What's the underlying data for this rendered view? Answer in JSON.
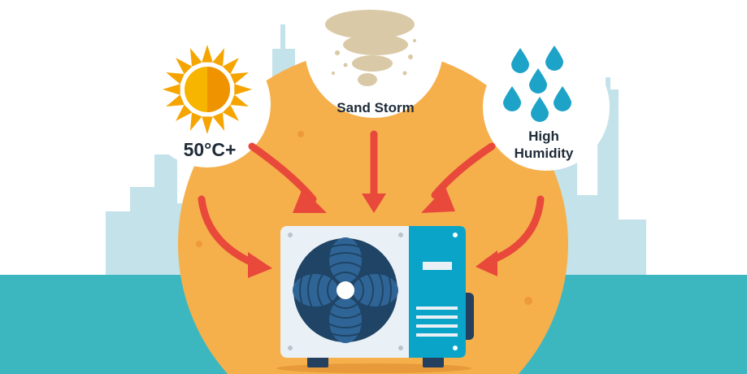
{
  "labels": {
    "heat": "50°C+",
    "sand": "Sand Storm",
    "humidity_line1": "High",
    "humidity_line2": "Humidity"
  },
  "colors": {
    "sea": "#3db7bf",
    "skyline": "#bfe0e8",
    "sun_glow": "#f5b04c",
    "arrow": "#e8493b",
    "unit_blue": "#0aa4c9",
    "fan": "#1f4466",
    "drop": "#1ea3c8"
  }
}
